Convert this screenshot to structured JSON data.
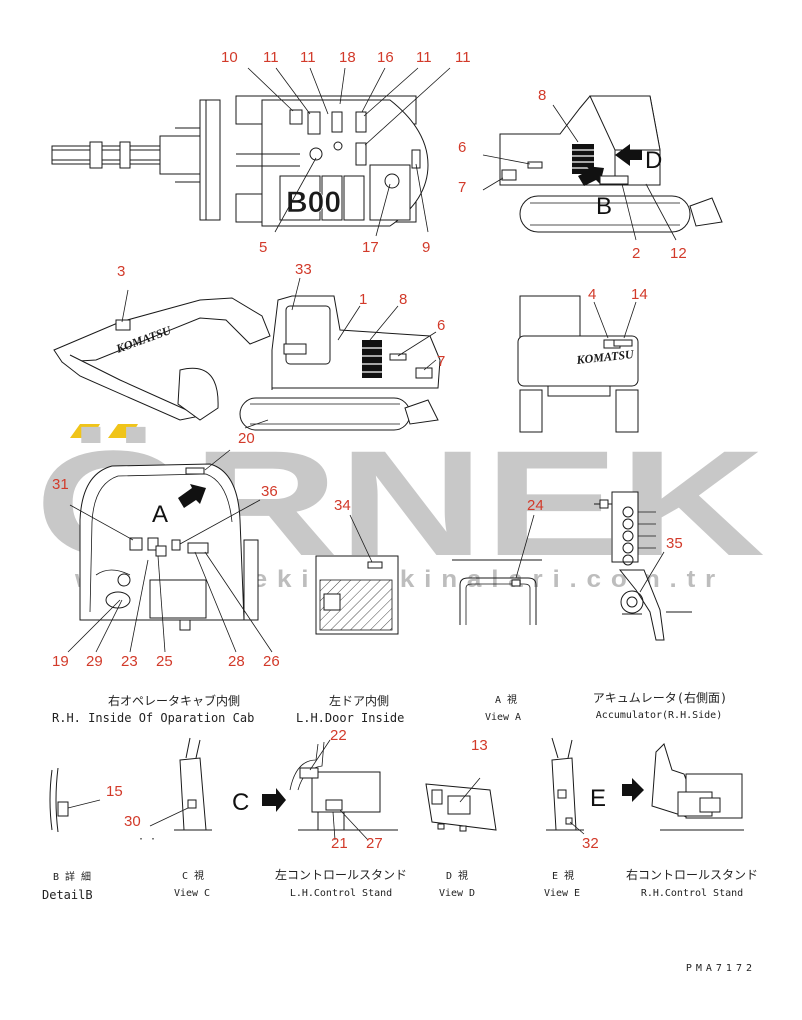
{
  "watermark": {
    "brand": "ÖRNEK",
    "url": "www.ornekismakinalari.com.tr",
    "accent_color": "#f0c419",
    "text_color": "#c8c8c8"
  },
  "logo_text": "KOMATSU",
  "view_letters": {
    "a": "A",
    "b": "B",
    "c": "C",
    "d": "D",
    "e": "E"
  },
  "callouts": {
    "n1": "1",
    "n2": "2",
    "n3": "3",
    "n4": "4",
    "n5": "5",
    "n6": "6",
    "n6b": "6",
    "n7": "7",
    "n7b": "7",
    "n8": "8",
    "n8b": "8",
    "n9": "9",
    "n10": "10",
    "n11a": "11",
    "n11b": "11",
    "n11c": "11",
    "n11d": "11",
    "n12": "12",
    "n13": "13",
    "n14": "14",
    "n15": "15",
    "n16": "16",
    "n17": "17",
    "n18": "18",
    "n19": "19",
    "n20": "20",
    "n21": "21",
    "n22": "22",
    "n23": "23",
    "n24": "24",
    "n25": "25",
    "n26": "26",
    "n27": "27",
    "n28": "28",
    "n29": "29",
    "n30": "30",
    "n31": "31",
    "n32": "32",
    "n33": "33",
    "n34": "34",
    "n35": "35",
    "n36": "36"
  },
  "captions": {
    "cab_jp": "右オペレータキャブ内側",
    "cab_en": "R.H. Inside Of Oparation Cab",
    "door_jp": "左ドア内側",
    "door_en": "L.H.Door Inside",
    "viewa_jp": "A 視",
    "viewa_en": "View A",
    "acc_jp": "アキュムレータ(右側面)",
    "acc_en": "Accumulator(R.H.Side)",
    "detailb_jp": "B 詳 細",
    "detailb_en": "DetailB",
    "viewc_jp": "C 視",
    "viewc_en": "View C",
    "lhstand_jp": "左コントロールスタンド",
    "lhstand_en": "L.H.Control Stand",
    "viewd_jp": "D 視",
    "viewd_en": "View D",
    "viewe_jp": "E 視",
    "viewe_en": "View E",
    "rhstand_jp": "右コントロールスタンド",
    "rhstand_en": "R.H.Control Stand"
  },
  "drawing_code": "PMA7172"
}
